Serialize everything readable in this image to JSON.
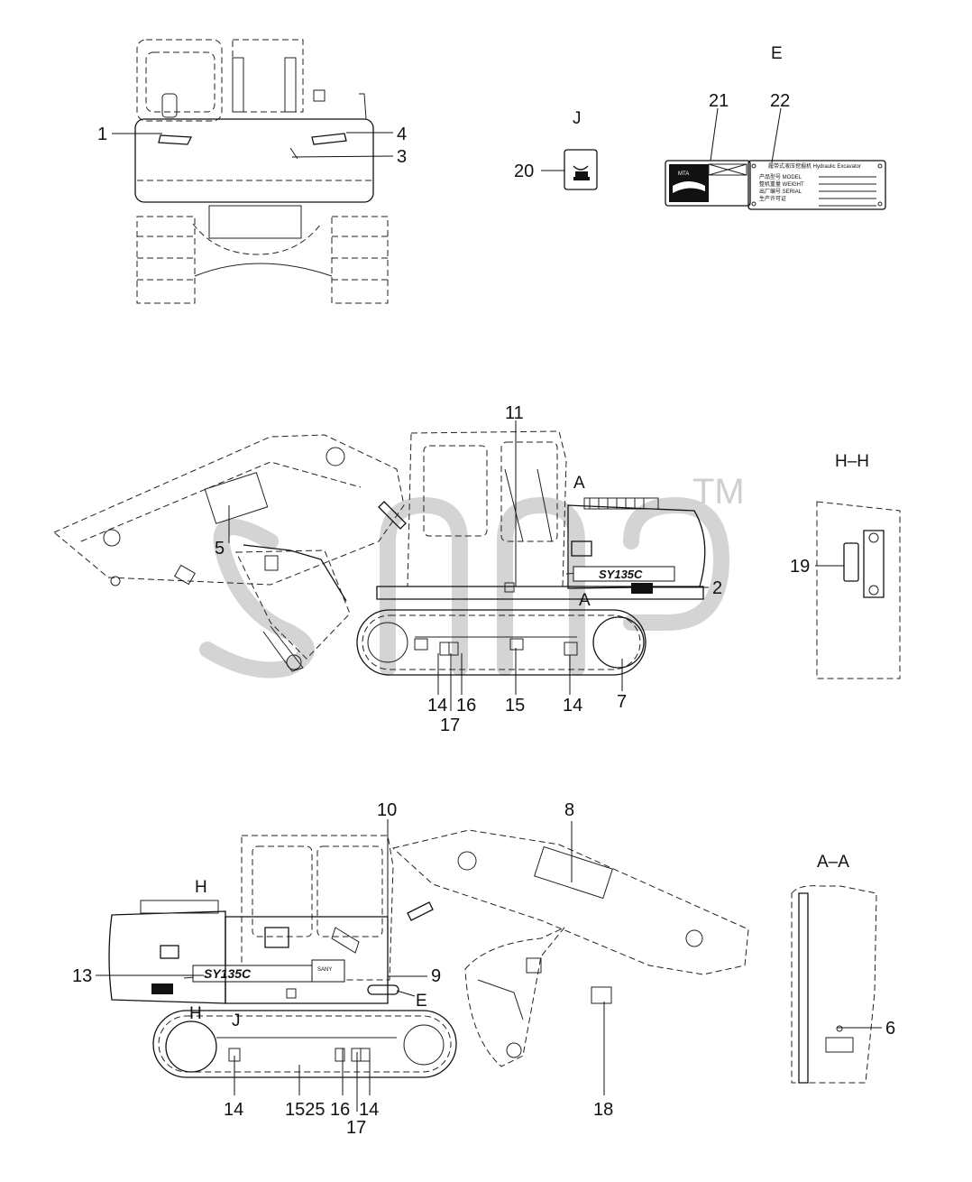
{
  "section_labels": {
    "e": "E",
    "j": "J",
    "hh": "H–H",
    "aa": "A–A",
    "a_top": "A",
    "a_bottom": "A",
    "h": "H",
    "j_view": "J",
    "e_view": "E"
  },
  "callouts": {
    "c1": "1",
    "c3": "3",
    "c4": "4",
    "c20": "20",
    "c21": "21",
    "c22": "22",
    "c11": "11",
    "c5": "5",
    "c2": "2",
    "c14a": "14",
    "c16a": "16",
    "c17a": "17",
    "c15a": "15",
    "c14b": "14",
    "c7": "7",
    "c19": "19",
    "c10": "10",
    "c8": "8",
    "c13": "13",
    "c9": "9",
    "c6": "6",
    "c14c": "14",
    "c1525": "1525",
    "c16b": "16",
    "c14d": "14",
    "c17b": "17",
    "c18": "18"
  },
  "decals": {
    "model_side": "SY135C",
    "model_rear": "SY135C",
    "nameplate_title": "履带式液压挖掘机 Hydraulic Excavator",
    "nameplate_field_1": "产品型号 MODEL",
    "nameplate_field_2": "整机重量 WEIGHT",
    "nameplate_field_3": "出厂编号 SERIAL",
    "nameplate_field_4": "生产许可证",
    "nameplate_brand": "MTA",
    "sany": "SANY"
  },
  "watermark": {
    "trademark": "TM"
  },
  "colors": {
    "line": "#111111",
    "watermark": "#d4d4d4"
  }
}
